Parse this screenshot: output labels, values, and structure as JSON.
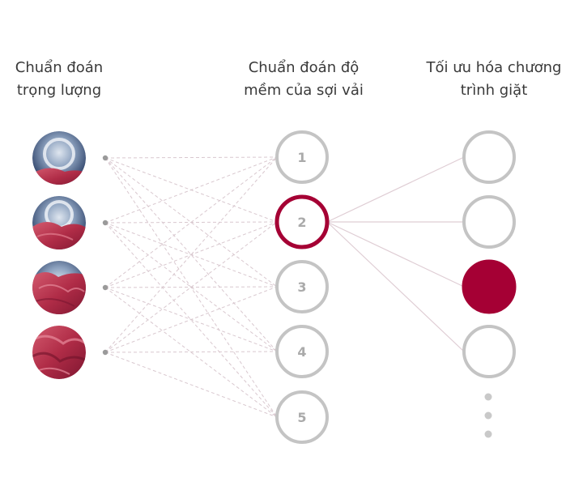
{
  "headings": {
    "weight": "Chuẩn đoán\ntrọng lượng",
    "fiber": "Chuẩn đoán  độ\nmềm của sợi vải",
    "optimize": "Tối ưu hóa chương\ntrình giặt"
  },
  "fiber_nodes": [
    "1",
    "2",
    "3",
    "4",
    "5"
  ],
  "selected_fiber_index": 1,
  "selected_program_index": 2,
  "load_levels": [
    "drum-low-load",
    "drum-medium-load",
    "drum-high-load",
    "drum-full-load"
  ],
  "colors": {
    "accent": "#a50034",
    "ring": "#c4c4c4",
    "dashed": "#d9c8cf",
    "solid_line": "#dfcdd4",
    "fabric": "#b8364f",
    "drum": "#3f5c8c"
  }
}
